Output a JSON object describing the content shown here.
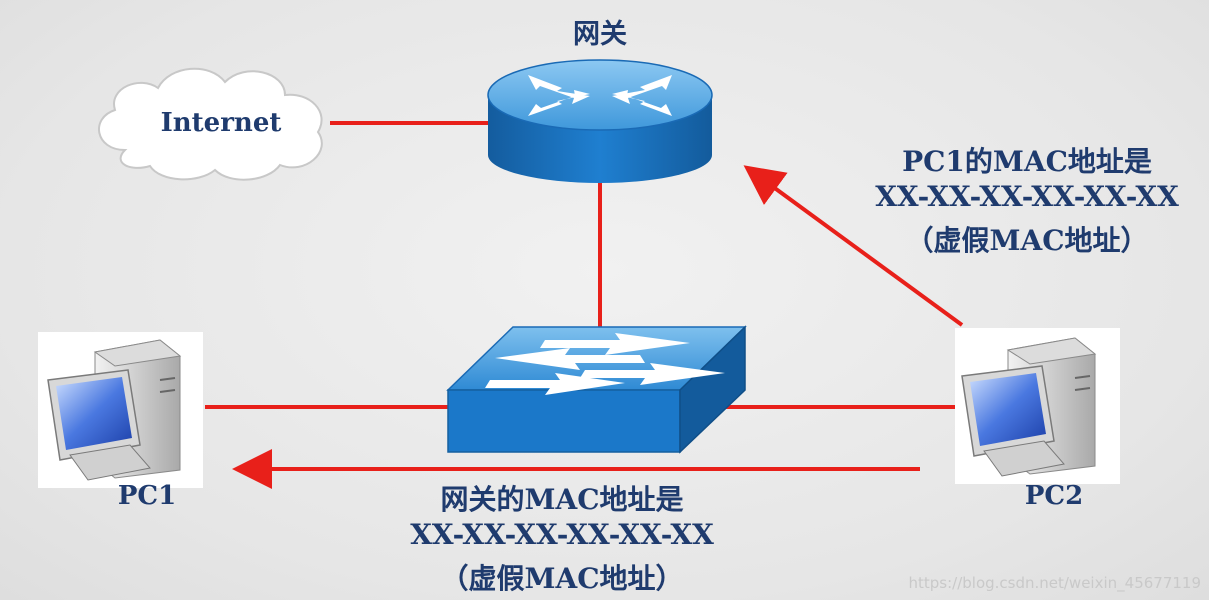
{
  "gateway": {
    "label": "网关"
  },
  "internet": {
    "label": "Internet"
  },
  "pc1": {
    "label": "PC1"
  },
  "pc2": {
    "label": "PC2"
  },
  "message_to_gateway": {
    "line1": "PC1的MAC地址是",
    "line2": "XX-XX-XX-XX-XX-XX",
    "line3": "（虚假MAC地址）"
  },
  "message_to_pc1": {
    "line1": "网关的MAC地址是",
    "line2": "XX-XX-XX-XX-XX-XX",
    "line3": "（虚假MAC地址）"
  },
  "watermark": {
    "text": "https://blog.csdn.net/weixin_45677119"
  },
  "colors": {
    "link": "#e8201a",
    "text": "#1f3b6e",
    "device_blue": "#1b78c9",
    "device_blue_light": "#6fb6ea"
  },
  "icons": {
    "router": "router-icon",
    "switch": "switch-icon",
    "cloud": "cloud-icon",
    "pc": "computer-icon"
  }
}
